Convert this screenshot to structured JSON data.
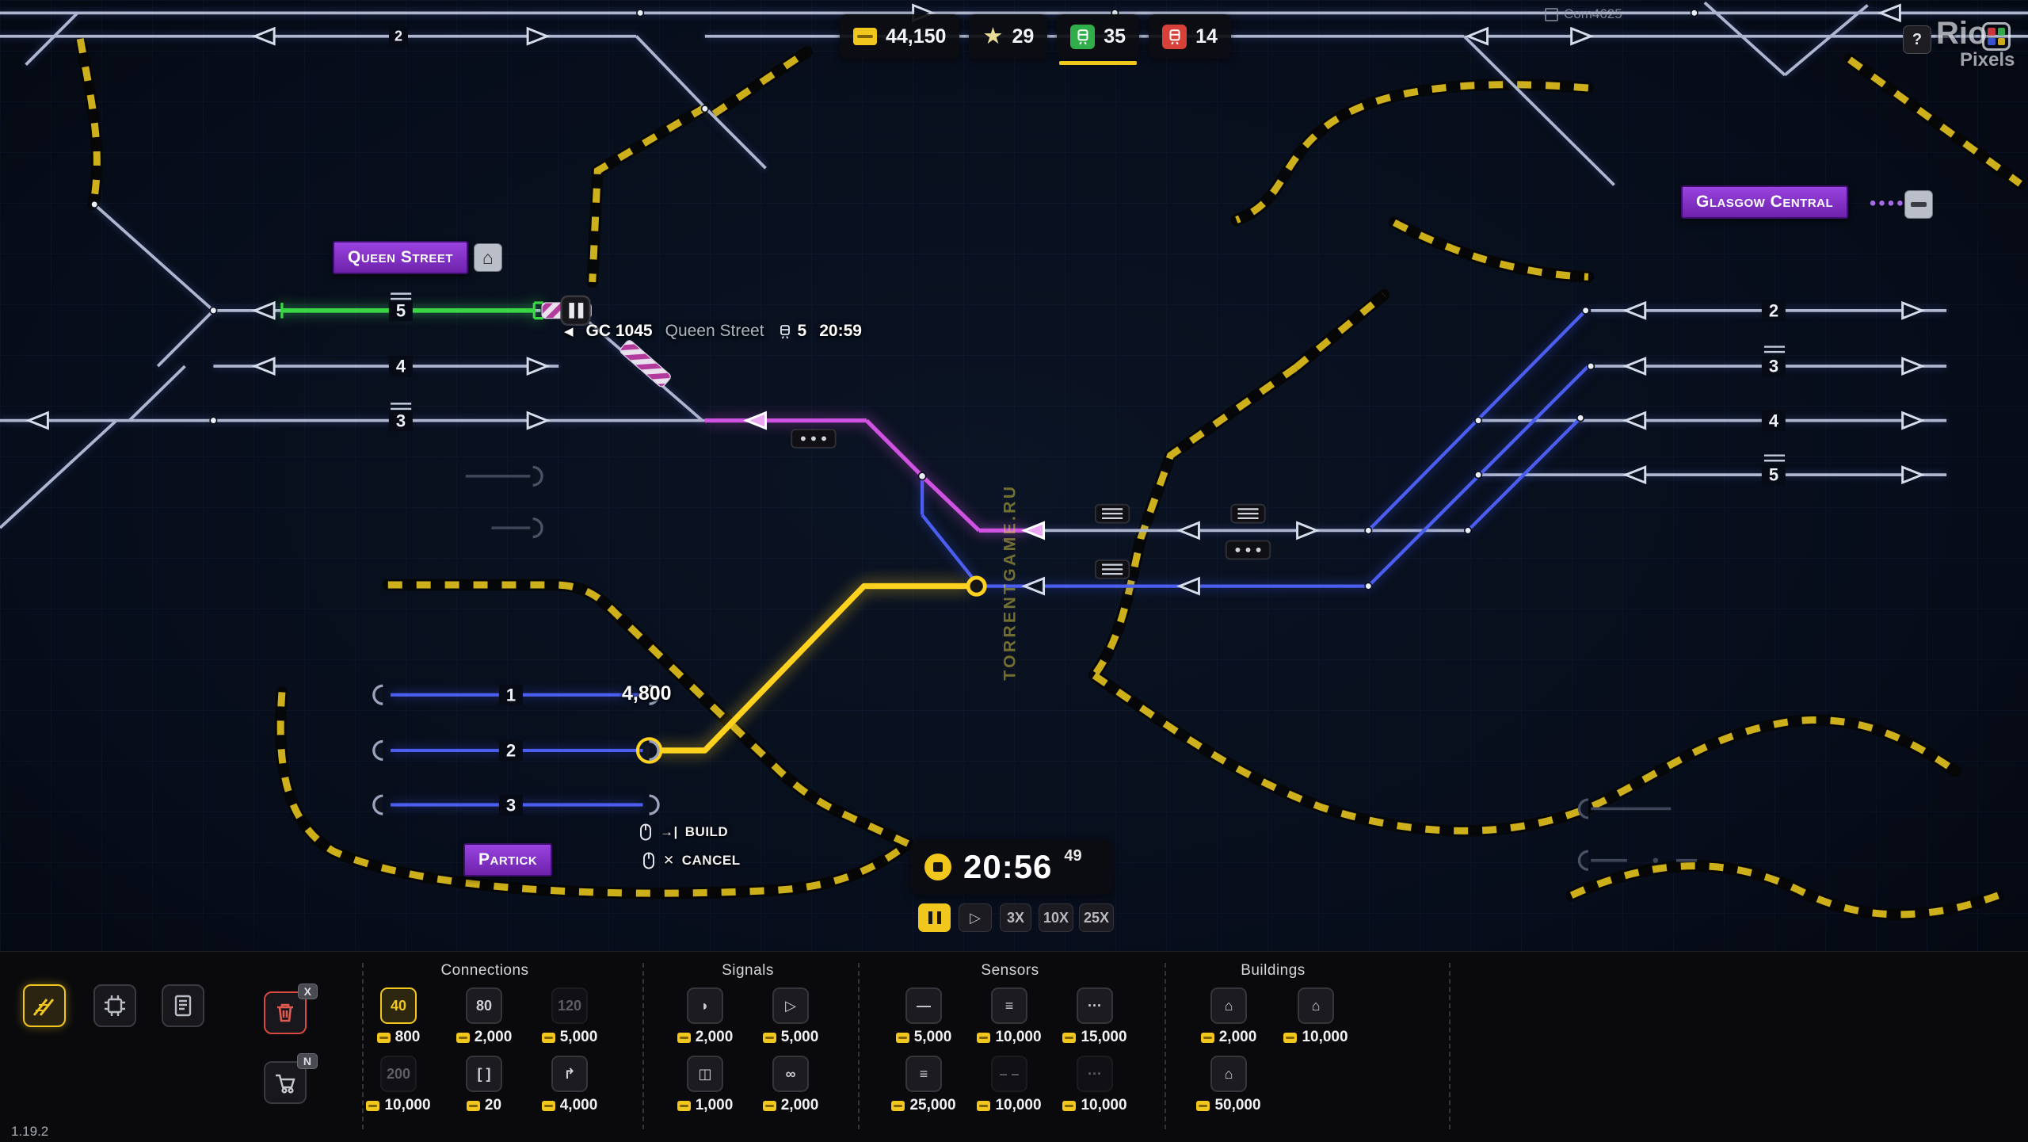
{
  "hud": {
    "money": "44,150",
    "stars": "29",
    "green_trains": "35",
    "red_trains": "14",
    "help": "?",
    "system_text": "Com4625",
    "brand_big": "Rio",
    "brand_small": "Pixels"
  },
  "icons": {
    "star": "★",
    "play": "▷",
    "house": "⌂"
  },
  "stations": {
    "queen_street": "Queen Street",
    "glasgow_central": "Glasgow Central",
    "partick": "Partick"
  },
  "train_tooltip": {
    "chevron": "◀",
    "train_id": "GC 1045",
    "station": "Queen Street",
    "platform": "5",
    "time": "20:59"
  },
  "clock": {
    "time": "20:56",
    "seconds": "49"
  },
  "speed": {
    "x3": "3X",
    "x10": "10X",
    "x25": "25X"
  },
  "build_hint": {
    "build_icon": "→|",
    "build": "BUILD",
    "cancel_icon": "✕",
    "cancel": "CANCEL"
  },
  "map": {
    "cost_label": "4,800",
    "top_route_number": "2",
    "queen_platforms": [
      "5",
      "4",
      "3"
    ],
    "glasgow_platforms": [
      "2",
      "3",
      "4",
      "5"
    ],
    "partick_platforms": [
      "1",
      "2",
      "3"
    ],
    "watermark_vertical": "TORRENTGAME.RU"
  },
  "toolbar": {
    "version": "1.19.2",
    "badges": {
      "trash": "X",
      "cart": "N"
    },
    "connections": {
      "title": "Connections",
      "speed40": {
        "glyph": "40",
        "price": "800"
      },
      "speed80": {
        "glyph": "80",
        "price": "2,000"
      },
      "speed120": {
        "glyph": "120",
        "price": "5,000"
      },
      "speed200": {
        "glyph": "200",
        "price": "10,000"
      },
      "segment": {
        "glyph": "[ ]",
        "price": "20"
      },
      "curve": {
        "glyph": "↱",
        "price": "4,000"
      }
    },
    "signals": {
      "title": "Signals",
      "basic": {
        "glyph": "◗",
        "price": "2,000"
      },
      "path": {
        "glyph": "▷",
        "price": "5,000"
      },
      "shunt": {
        "glyph": "◫",
        "price": "1,000"
      },
      "auto": {
        "glyph": "∞",
        "price": "2,000"
      }
    },
    "sensors": {
      "title": "Sensors",
      "dash": {
        "glyph": "—",
        "price": "5,000"
      },
      "speed": {
        "glyph": "≡",
        "price": "10,000"
      },
      "dots": {
        "glyph": "···",
        "price": "15,000"
      },
      "platform": {
        "glyph": "≡",
        "price": "25,000"
      },
      "dash2": {
        "glyph": "– –",
        "price": "10,000"
      },
      "dots2": {
        "glyph": "···",
        "price": "10,000"
      }
    },
    "buildings": {
      "title": "Buildings",
      "small": {
        "glyph": "⌂",
        "price": "2,000"
      },
      "medium": {
        "glyph": "⌂",
        "price": "10,000"
      },
      "large": {
        "glyph": "⌂",
        "price": "50,000"
      }
    }
  }
}
